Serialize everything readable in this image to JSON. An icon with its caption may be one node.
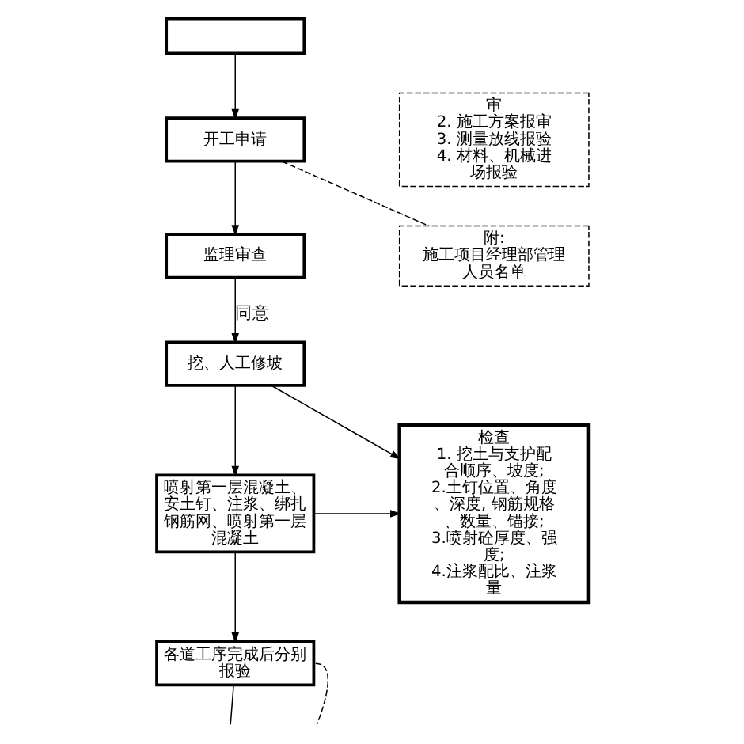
{
  "diagram": {
    "nodes": [
      {
        "text": [],
        "shape": "box"
      },
      {
        "text": [
          "开工申请"
        ]
      },
      {
        "text": [
          "监理审查"
        ]
      },
      {
        "text": [
          "挖、人工修坡"
        ]
      },
      {
        "text": [
          "喷射第一层混凝土、安土钉、注浆、绑扎钢筋网、喷射第一层混凝土"
        ]
      },
      {
        "text": [
          "各道工序完成后分别报验"
        ]
      },
      {
        "text": [
          "审",
          "2. 施工方案报审",
          "3. 测量放线报验",
          "4. 材料、机械进场报验"
        ]
      },
      {
        "text": [
          "附:",
          "施工项目经理部管理人员名单"
        ]
      },
      {
        "text": [
          "检查",
          "1. 挖土与支护配合顺序、坡度;",
          "2.土钉位置、角度、深度, 钢筋规格、数量、锚接;",
          "3.喷射砼厚度、强度;",
          "4.注浆配比、注浆量"
        ]
      }
    ],
    "edges": [
      {
        "from": 0,
        "to": 1,
        "arrow": "to"
      },
      {
        "from": 1,
        "to": 2,
        "arrow": "to"
      },
      {
        "from": 1,
        "to": 7,
        "arrow": "none",
        "style": "dashed"
      },
      {
        "from": 2,
        "to": 3,
        "arrow": "to",
        "label": "同意"
      },
      {
        "from": 3,
        "to": 8,
        "arrow": "to"
      },
      {
        "from": 3,
        "to": 4,
        "arrow": "to"
      },
      {
        "from": 4,
        "to": 8,
        "arrow": "to"
      },
      {
        "from": 4,
        "to": 5,
        "arrow": "to"
      },
      {
        "from": 5,
        "to": null,
        "arrow": "none",
        "style": "dashed"
      },
      {
        "from": 5,
        "to": null,
        "arrow": "none"
      }
    ]
  }
}
